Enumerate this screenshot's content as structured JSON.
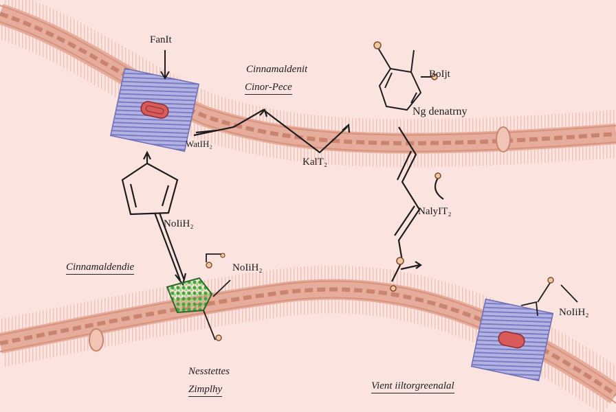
{
  "labels": {
    "fanit": "FanIt",
    "cinnamaldenit": "Cinnamaldenit",
    "cinor_pece": "Cinor-Pece",
    "bolit": "BoIjt",
    "ng_denatrny": "Ng denatrny",
    "watih": "WatIH₂",
    "kalt": "KalT₂",
    "nolih_left": "NoIiH₂",
    "nalyit": "NalyIT₂",
    "cinnamaldendie": "Cinnamaldendie",
    "nolih_mid": "NoIiH₂",
    "nolih_right": "NoIiH₂",
    "nesstettes": "Nesstettes",
    "zimplhy": "Zimplhy",
    "vient": "Vient iiltorgreenalal"
  },
  "colors": {
    "background": "#fbe3df",
    "membrane": "#e3a796",
    "membrane_core": "#c98470",
    "channel_protein": "#a9a9df",
    "channel_core": "#d95a5a",
    "vesicle": "#6ecf5e",
    "ink": "#1c1c1c"
  },
  "icons": [
    "arrow-down-icon",
    "molecule-icon",
    "channel-protein-icon",
    "vesicle-icon",
    "ring-structure-icon"
  ]
}
